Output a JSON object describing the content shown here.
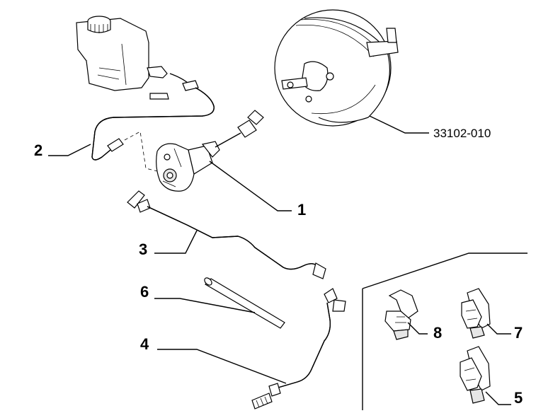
{
  "diagram": {
    "labels": {
      "part1": "1",
      "part2": "2",
      "part3": "3",
      "part4": "4",
      "part5": "5",
      "part6": "6",
      "part7": "7",
      "part8": "8",
      "booster_ref": "33102-010"
    }
  }
}
